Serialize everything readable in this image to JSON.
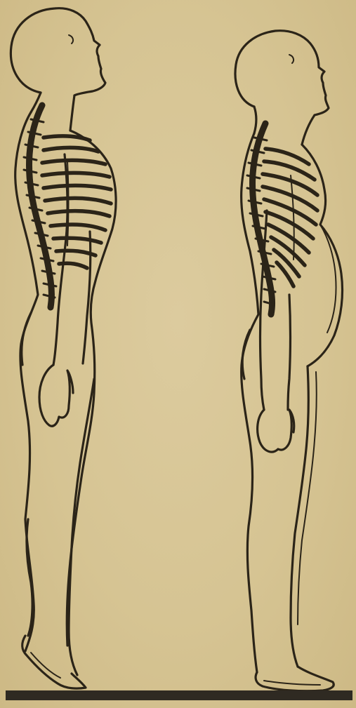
{
  "illustration": {
    "palette": {
      "paper": "#d6c493",
      "ink": "#2b2418",
      "ground": "#2f2a22"
    },
    "figures": [
      {
        "id": "upright-posture",
        "ribs": 11
      },
      {
        "id": "slumped-posture",
        "ribs": 10
      }
    ]
  }
}
